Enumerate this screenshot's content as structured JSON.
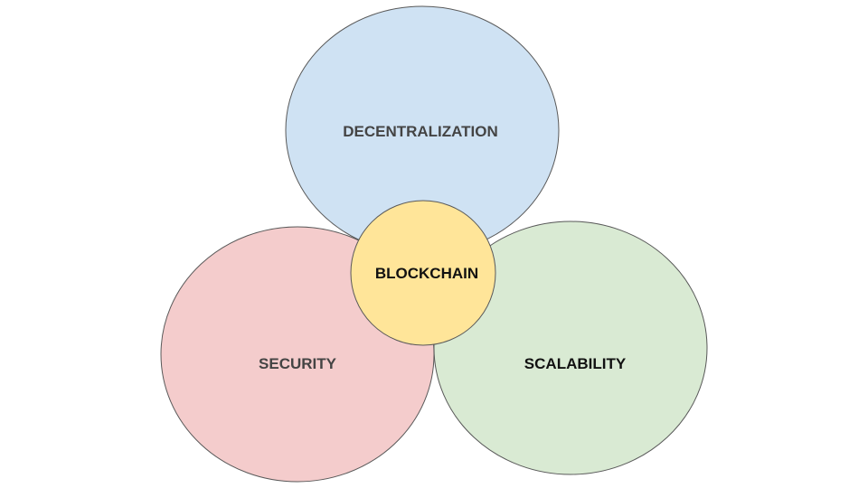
{
  "diagram": {
    "circles": [
      {
        "label": "DECENTRALIZATION",
        "fill": "#cfe2f3",
        "text_color": "#444444"
      },
      {
        "label": "SECURITY",
        "fill": "#f4cccc",
        "text_color": "#444444"
      },
      {
        "label": "SCALABILITY",
        "fill": "#d9ead3",
        "text_color": "#111111"
      }
    ],
    "center": {
      "label": "BLOCKCHAIN",
      "fill": "#ffe599",
      "text_color": "#111111"
    },
    "stroke_color": "#595959"
  }
}
